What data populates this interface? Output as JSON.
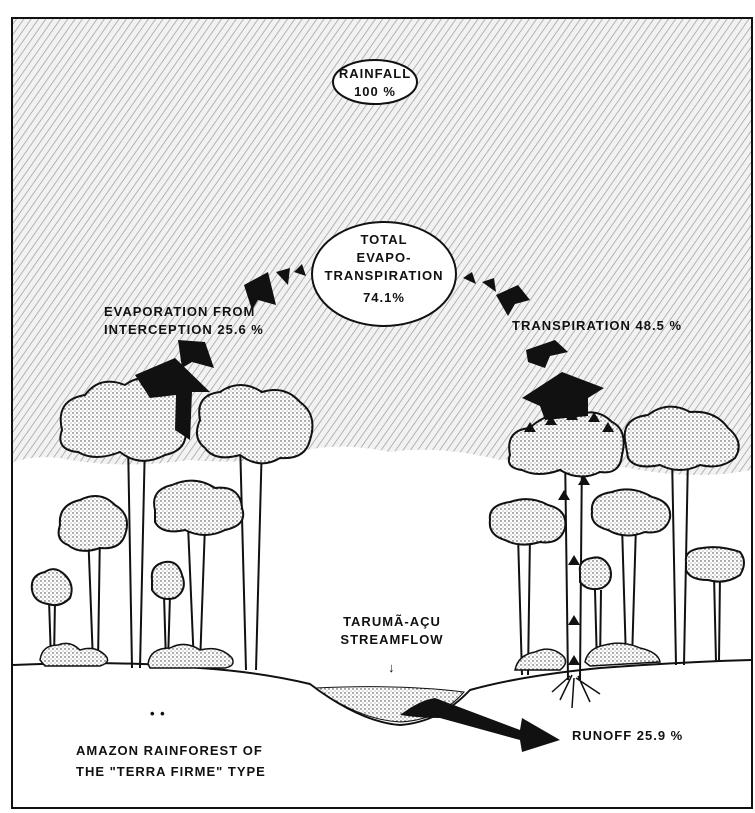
{
  "rainfall": {
    "line1": "RAINFALL",
    "line2": "100 %"
  },
  "evapotranspiration": {
    "line1": "TOTAL",
    "line2": "EVAPO-",
    "line3": "TRANSPIRATION",
    "line4": "74.1%"
  },
  "interception": {
    "line1": "EVAPORATION FROM",
    "line2": "INTERCEPTION 25.6 %"
  },
  "transpiration": {
    "label": "TRANSPIRATION 48.5 %"
  },
  "streamflow": {
    "line1": "TARUMÃ-AÇU",
    "line2": "STREAMFLOW",
    "marker": "↓"
  },
  "runoff": {
    "label": "RUNOFF 25.9 %"
  },
  "forest": {
    "line1": "AMAZON RAINFOREST OF",
    "line2": "THE \"TERRA FIRME\" TYPE",
    "marks": "• •"
  },
  "colors": {
    "ink": "#111111",
    "paper": "#ffffff",
    "sky_hatch": "#9a9a9a"
  }
}
